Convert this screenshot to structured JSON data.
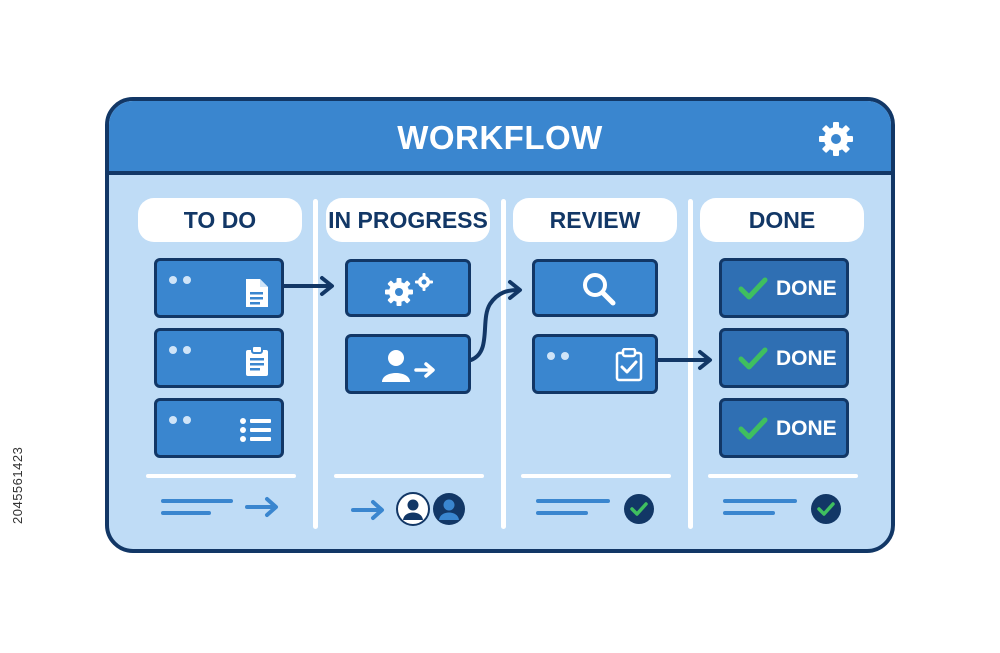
{
  "board": {
    "title": "WORKFLOW",
    "settings_icon": "gear-icon"
  },
  "columns": [
    {
      "label": "TO DO",
      "cards": [
        {
          "icon": "document-icon"
        },
        {
          "icon": "clipboard-icon"
        },
        {
          "icon": "list-icon"
        }
      ]
    },
    {
      "label": "IN PROGRESS",
      "cards": [
        {
          "icon": "gears-icon"
        },
        {
          "icon": "user-forward-icon"
        }
      ]
    },
    {
      "label": "REVIEW",
      "cards": [
        {
          "icon": "magnifier-icon"
        },
        {
          "icon": "clipboard-check-icon"
        }
      ]
    },
    {
      "label": "DONE",
      "cards": [
        {
          "label": "DONE",
          "icon": "check-icon"
        },
        {
          "label": "DONE",
          "icon": "check-icon"
        },
        {
          "label": "DONE",
          "icon": "check-icon"
        }
      ]
    }
  ],
  "side_label": "2045561423",
  "colors": {
    "navy": "#123766",
    "blue": "#3a86cf",
    "panel": "#bfdcf6",
    "check_green": "#3fbf5f"
  }
}
